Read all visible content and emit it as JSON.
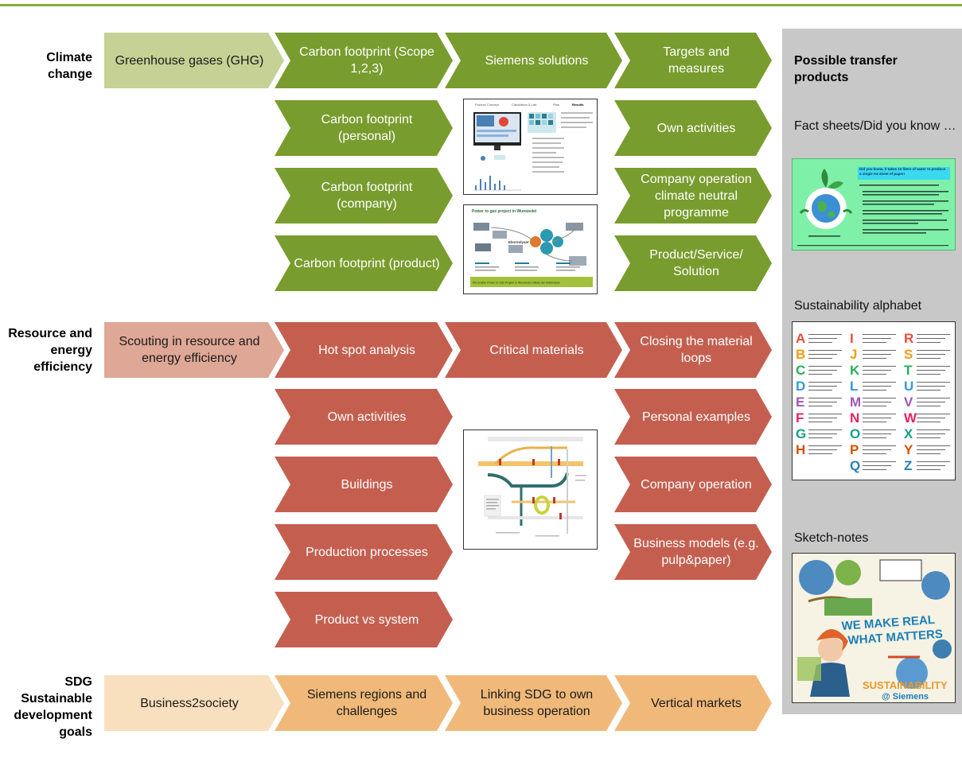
{
  "rows": {
    "climate": {
      "label": "Climate change",
      "entry": "Greenhouse gases (GHG)",
      "col2": [
        "Carbon footprint (Scope 1,2,3)",
        "Carbon footprint (personal)",
        "Carbon footprint (company)",
        "Carbon footprint (product)"
      ],
      "col3": "Siemens solutions",
      "col4": [
        "Targets and measures",
        "Own activities",
        "Company operation climate neutral programme",
        "Product/Service/ Solution"
      ]
    },
    "resource": {
      "label": "Resource and energy efficiency",
      "entry": "Scouting in resource and energy efficiency",
      "col2": [
        "Hot spot analysis",
        "Own activities",
        "Buildings",
        "Production processes",
        "Product vs system"
      ],
      "col3": "Critical materials",
      "col4": [
        "Closing the material loops",
        "Personal examples",
        "Company operation",
        "Business models (e.g. pulp&paper)"
      ]
    },
    "sdg": {
      "label": "SDG Sustainable development goals",
      "entry": "Business2society",
      "col2": "Siemens regions and challenges",
      "col3": "Linking SDG to own business operation",
      "col4": "Vertical markets"
    }
  },
  "screenshots": {
    "dashboard_tabs": [
      "Product Concept",
      "Calculation & Lab",
      "Plan",
      "Results"
    ],
    "power_to_gas_title": "Power to gas project in Wunsiedel",
    "power_to_gas_center": "Electrolyser",
    "power_to_gas_caption": "We enable Power to Gas Projekt in Wunsiedel mittels der Elektrolyse"
  },
  "sidebar": {
    "title": "Possible transfer products",
    "items": [
      "Fact sheets/Did you know …",
      "Sustainability alphabet",
      "Sketch-notes"
    ],
    "fact_sheet_headline": "Did you know, it takes 10 liters of water to produce a single A4 sheet of paper!",
    "alphabet_letters": [
      "A",
      "B",
      "C",
      "D",
      "E",
      "F",
      "G",
      "H",
      "I",
      "J",
      "K",
      "L",
      "M",
      "N",
      "O",
      "P",
      "Q",
      "R",
      "S",
      "T",
      "U",
      "V",
      "W",
      "X",
      "Y",
      "Z"
    ],
    "sketch_text": [
      "WE MAKE REAL",
      "WHAT MATTERS",
      "SUSTAINABILITY",
      "@ Siemens"
    ]
  },
  "colors": {
    "green": "#799c2e",
    "green_light": "#c5d195",
    "red": "#c45f50",
    "red_light": "#dfa796",
    "orange": "#f0b97a",
    "orange_light": "#f8dfbd",
    "sidebar": "#c8c8c8",
    "top_rule": "#8aac3c"
  }
}
